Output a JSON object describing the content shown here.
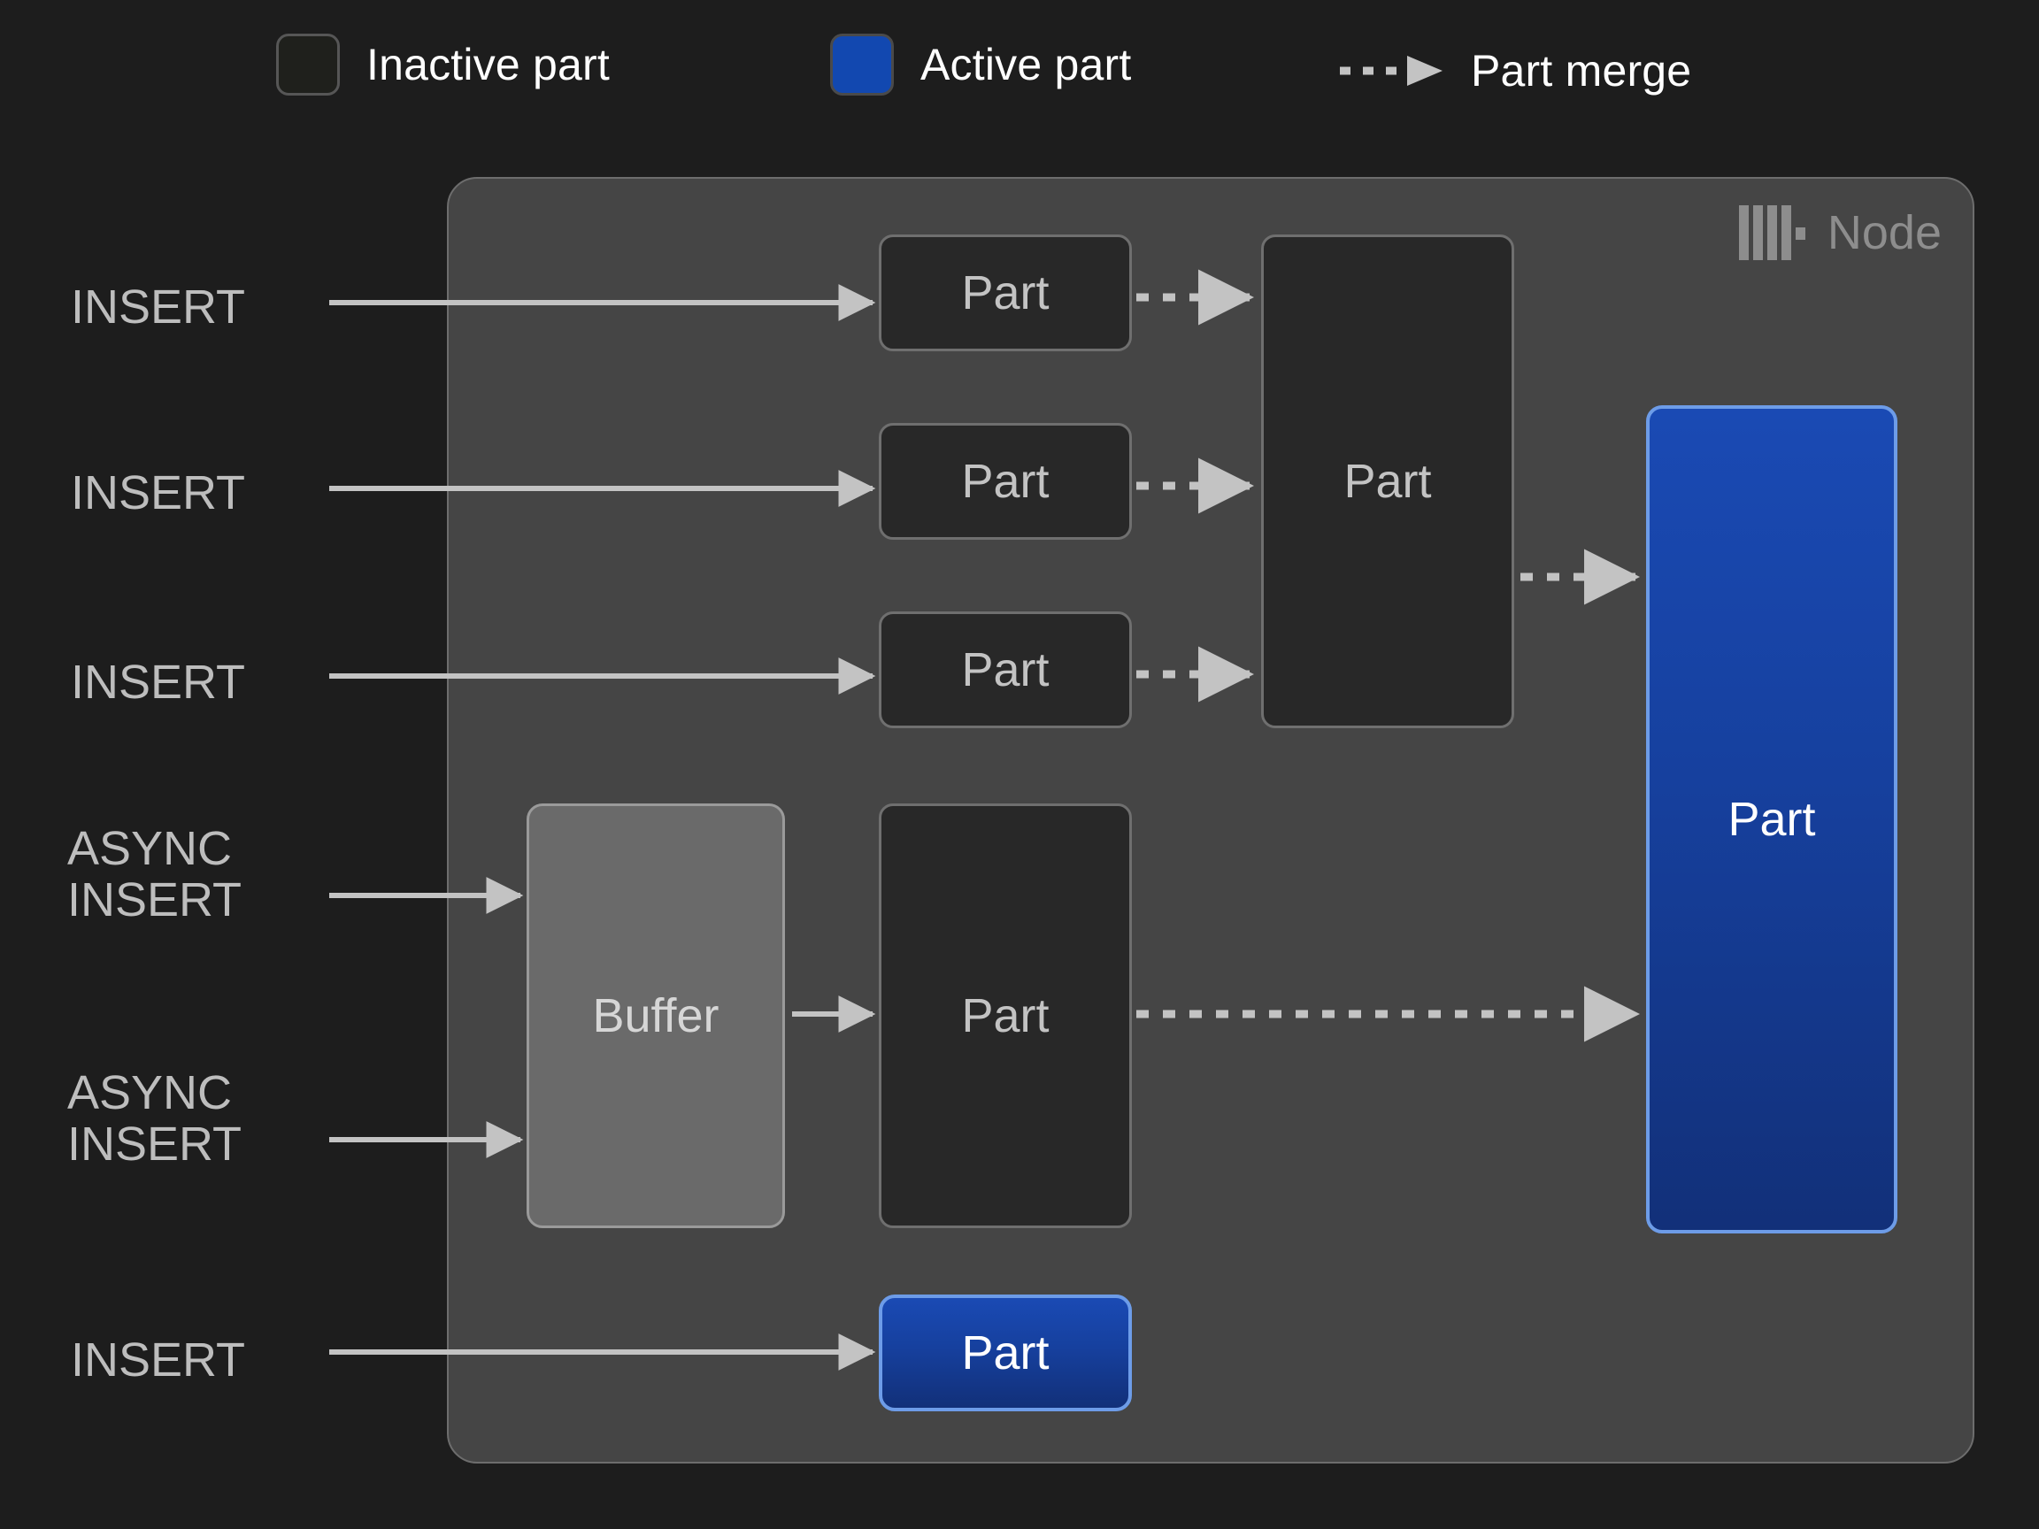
{
  "legend": {
    "items": [
      {
        "icon": "inactive-part-swatch",
        "label": "Inactive part"
      },
      {
        "icon": "active-part-swatch",
        "label": "Active part"
      },
      {
        "icon": "dashed-arrow-icon",
        "label": "Part merge"
      }
    ]
  },
  "node": {
    "title": "Node",
    "logo": "clickhouse-logo-icon"
  },
  "flows": [
    {
      "label": "INSERT"
    },
    {
      "label": "INSERT"
    },
    {
      "label": "INSERT"
    },
    {
      "label": "ASYNC\nINSERT"
    },
    {
      "label": "ASYNC\nINSERT"
    },
    {
      "label": "INSERT"
    }
  ],
  "boxes": {
    "part_a": "Part",
    "part_b": "Part",
    "part_c": "Part",
    "merged_part": "Part",
    "buffer": "Buffer",
    "buffer_part": "Part",
    "final_part": "Part",
    "active_insert_part": "Part"
  },
  "colors": {
    "page_background": "#1d1d1d",
    "node_background": "#454545",
    "node_border": "#6d6d6d",
    "inactive_part_fill": "#282828",
    "inactive_part_border": "#6f6f6f",
    "buffer_fill": "#6a6a6a",
    "active_part_fill": "#16409e",
    "active_part_border": "#6d9ce8",
    "edge": "#c3c3c3",
    "text_primary": "#ffffff",
    "text_muted": "#bdbdbd",
    "node_title": "#8d8d8d"
  }
}
